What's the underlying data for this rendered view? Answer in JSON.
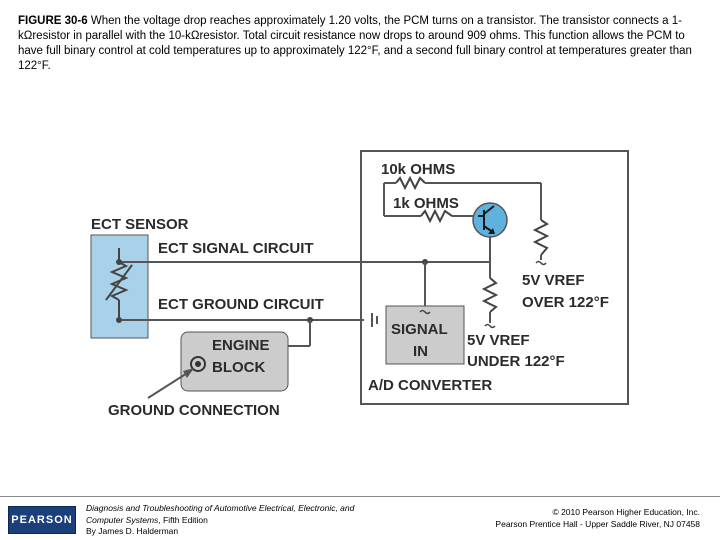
{
  "caption": {
    "figure_label": "FIGURE 30-6",
    "text": " When the voltage drop reaches approximately 1.20 volts, the PCM turns on a transistor. The transistor connects a 1-kΩresistor in parallel with the 10-kΩresistor. Total circuit resistance now drops to around 909 ohms. This function allows the PCM to have full binary control at cold temperatures up to approximately 122°F, and a second full binary control at temperatures greater than 122°F."
  },
  "diagram": {
    "ect_sensor": "ECT SENSOR",
    "ect_signal_circuit": "ECT SIGNAL CIRCUIT",
    "ect_ground_circuit": "ECT GROUND CIRCUIT",
    "engine_block_line1": "ENGINE",
    "engine_block_line2": "BLOCK",
    "ground_connection": "GROUND CONNECTION",
    "r10k": "10k OHMS",
    "r1k": "1k OHMS",
    "vref_over_line1": "5V VREF",
    "vref_over_line2": "OVER 122°F",
    "vref_under_line1": "5V VREF",
    "vref_under_line2": "UNDER 122°F",
    "signal_line1": "SIGNAL",
    "signal_line2": "IN",
    "ad_converter": "A/D CONVERTER"
  },
  "footer": {
    "publisher_logo": "PEARSON",
    "book_title": "Diagnosis and Troubleshooting of Automotive Electrical, Electronic, and Computer Systems",
    "book_edition": ", Fifth Edition",
    "book_author": "By James D. Halderman",
    "copyright_line1": "© 2010 Pearson Higher Education, Inc.",
    "copyright_line2": "Pearson Prentice Hall - Upper Saddle River, NJ 07458"
  },
  "colors": {
    "sensor_fill": "#a9d2ea",
    "box_fill": "#cccccc",
    "transistor_fill": "#5eb2dd",
    "wire": "#555555",
    "publisher_blue": "#1b3f7a"
  }
}
